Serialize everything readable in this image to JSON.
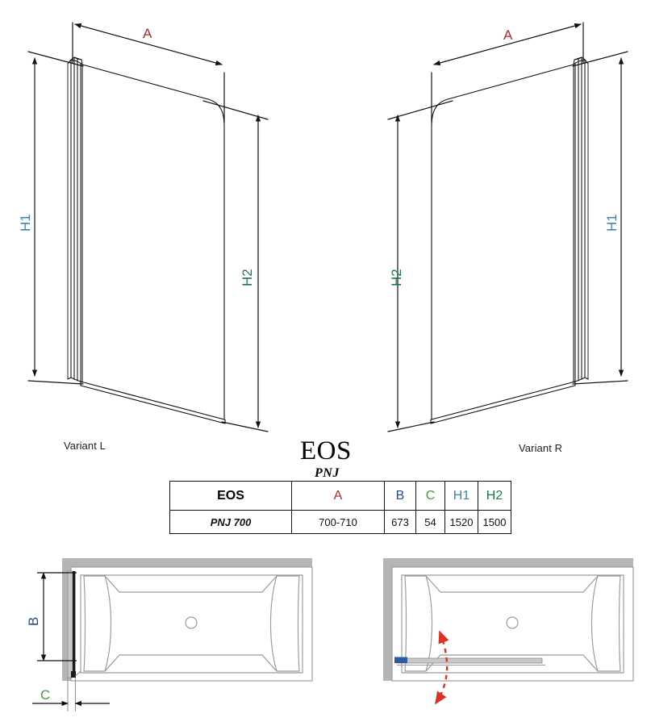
{
  "document": {
    "title": "EOS",
    "subtitle": "PNJ"
  },
  "views": {
    "left_elevation": {
      "variant_label": "Variant L",
      "dim_a": "A",
      "dim_h1": "H1",
      "dim_h2": "H2"
    },
    "right_elevation": {
      "variant_label": "Variant R",
      "dim_a": "A",
      "dim_h1": "H1",
      "dim_h2": "H2"
    },
    "left_plan": {
      "dim_b": "B",
      "dim_c": "C"
    },
    "right_plan": {
      "swing_arc": "door-swing-arc"
    }
  },
  "spec_table": {
    "headers": [
      "EOS",
      "A",
      "B",
      "C",
      "H1",
      "H2"
    ],
    "rows": [
      {
        "model": "PNJ 700",
        "a": "700-710",
        "b": "673",
        "c": "54",
        "h1": "1520",
        "h2": "1500"
      }
    ]
  },
  "colors": {
    "dim_a": "#b3282d",
    "dim_b": "#2b4c8c",
    "dim_c": "#4a9b3f",
    "dim_h1": "#3b83b5",
    "dim_h2": "#1c7a4a",
    "line": "#111111",
    "wall": "#b0b0b0",
    "swing": "#dc3226",
    "hinge_marker": "#2b5aa0"
  }
}
